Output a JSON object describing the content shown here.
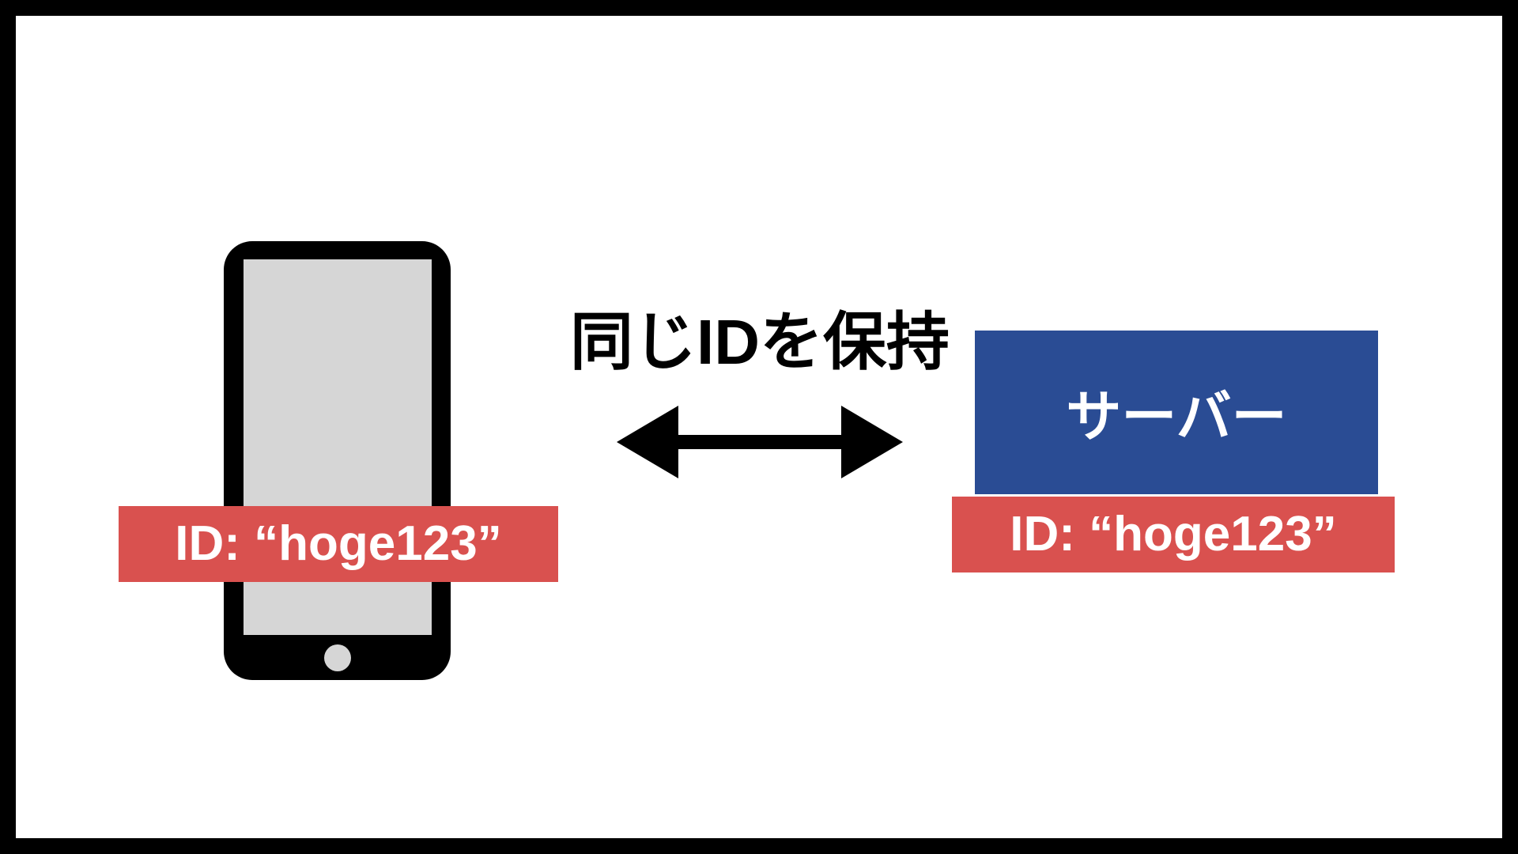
{
  "diagram": {
    "relation_label": "同じIDを保持",
    "phone": {
      "id_label": "ID: “hoge123”"
    },
    "server": {
      "name": "サーバー",
      "id_label": "ID: “hoge123”"
    }
  },
  "icons": {
    "smartphone": "smartphone-icon",
    "arrow": "bidirectional-arrow-icon"
  },
  "colors": {
    "ink": "#000000",
    "canvas_bg": "#ffffff",
    "accent_red": "#d9514f",
    "server_blue": "#2a4c94",
    "screen_gray": "#d6d6d6"
  }
}
